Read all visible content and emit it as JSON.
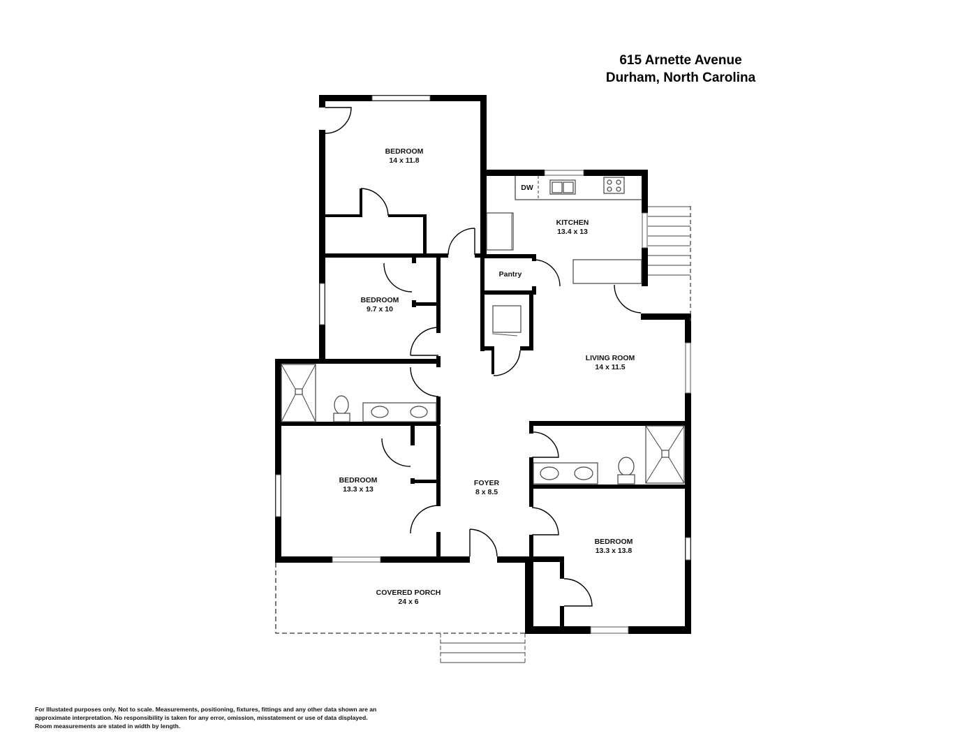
{
  "header": {
    "address_line1": "615 Arnette Avenue",
    "address_line2": "Durham,  North Carolina"
  },
  "rooms": [
    {
      "id": "bedroom-1",
      "name": "BEDROOM",
      "dimensions": "14 x 11.8"
    },
    {
      "id": "kitchen",
      "name": "KITCHEN",
      "dimensions": "13.4 x 13"
    },
    {
      "id": "pantry",
      "name": "Pantry",
      "dimensions": ""
    },
    {
      "id": "bedroom-2",
      "name": "BEDROOM",
      "dimensions": "9.7 x 10"
    },
    {
      "id": "living-room",
      "name": "LIVING ROOM",
      "dimensions": "14 x 11.5"
    },
    {
      "id": "bedroom-3",
      "name": "BEDROOM",
      "dimensions": "13.3 x 13"
    },
    {
      "id": "foyer",
      "name": "FOYER",
      "dimensions": "8 x 8.5"
    },
    {
      "id": "bedroom-4",
      "name": "BEDROOM",
      "dimensions": "13.3 x 13.8"
    },
    {
      "id": "covered-porch",
      "name": "COVERED PORCH",
      "dimensions": "24 x 6"
    }
  ],
  "fixtures": {
    "dishwasher_label": "DW"
  },
  "disclaimer": {
    "line1": "For Illustated purposes only. Not to scale. Measurements, positioning, fixtures, fittings and any other data shown are an",
    "line2": "approximate interpretation. No responsibility is taken for any error, omission, misstatement or use of data displayed.",
    "line3": "Room measurements are stated in width by length."
  }
}
